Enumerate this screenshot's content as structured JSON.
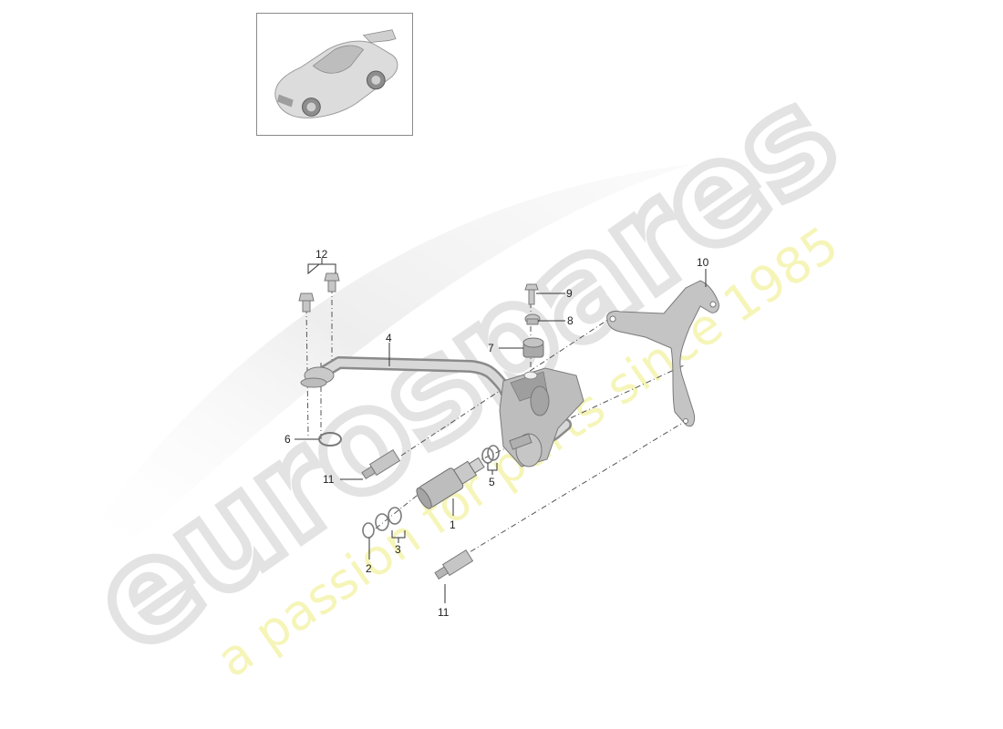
{
  "diagram": {
    "type": "exploded-parts-diagram",
    "thumbnail": {
      "subject": "sports-car-overview",
      "alt": "Vehicle overview thumbnail"
    },
    "watermark": {
      "brand": "eurospares",
      "tagline": "a passion for parts since 1985",
      "brand_color": "#e6e6e6",
      "tagline_color": "#f4f2a0"
    },
    "parts": [
      {
        "number": "1",
        "name": "valve-body"
      },
      {
        "number": "2",
        "name": "sealing-ring"
      },
      {
        "number": "3",
        "name": "o-ring-set"
      },
      {
        "number": "4",
        "name": "pipe-line"
      },
      {
        "number": "5",
        "name": "sealing-ring-pair"
      },
      {
        "number": "6",
        "name": "o-ring"
      },
      {
        "number": "7",
        "name": "rubber-buffer"
      },
      {
        "number": "8",
        "name": "spacer-sleeve"
      },
      {
        "number": "9",
        "name": "bolt"
      },
      {
        "number": "10",
        "name": "bracket"
      },
      {
        "number": "11",
        "name": "stud-bolt"
      },
      {
        "number": "12",
        "name": "screw-pair"
      }
    ],
    "callouts": {
      "c1": "1",
      "c2": "2",
      "c3": "3",
      "c4": "4",
      "c5": "5",
      "c6": "6",
      "c7": "7",
      "c8": "8",
      "c9": "9",
      "c10": "10",
      "c11a": "11",
      "c11b": "11",
      "c12": "12"
    },
    "colors": {
      "part_fill": "#c9c9c9",
      "part_shade": "#a8a8a8",
      "part_stroke": "#7d7d7d",
      "leader": "#333333",
      "frame": "#8a8a8a"
    }
  }
}
